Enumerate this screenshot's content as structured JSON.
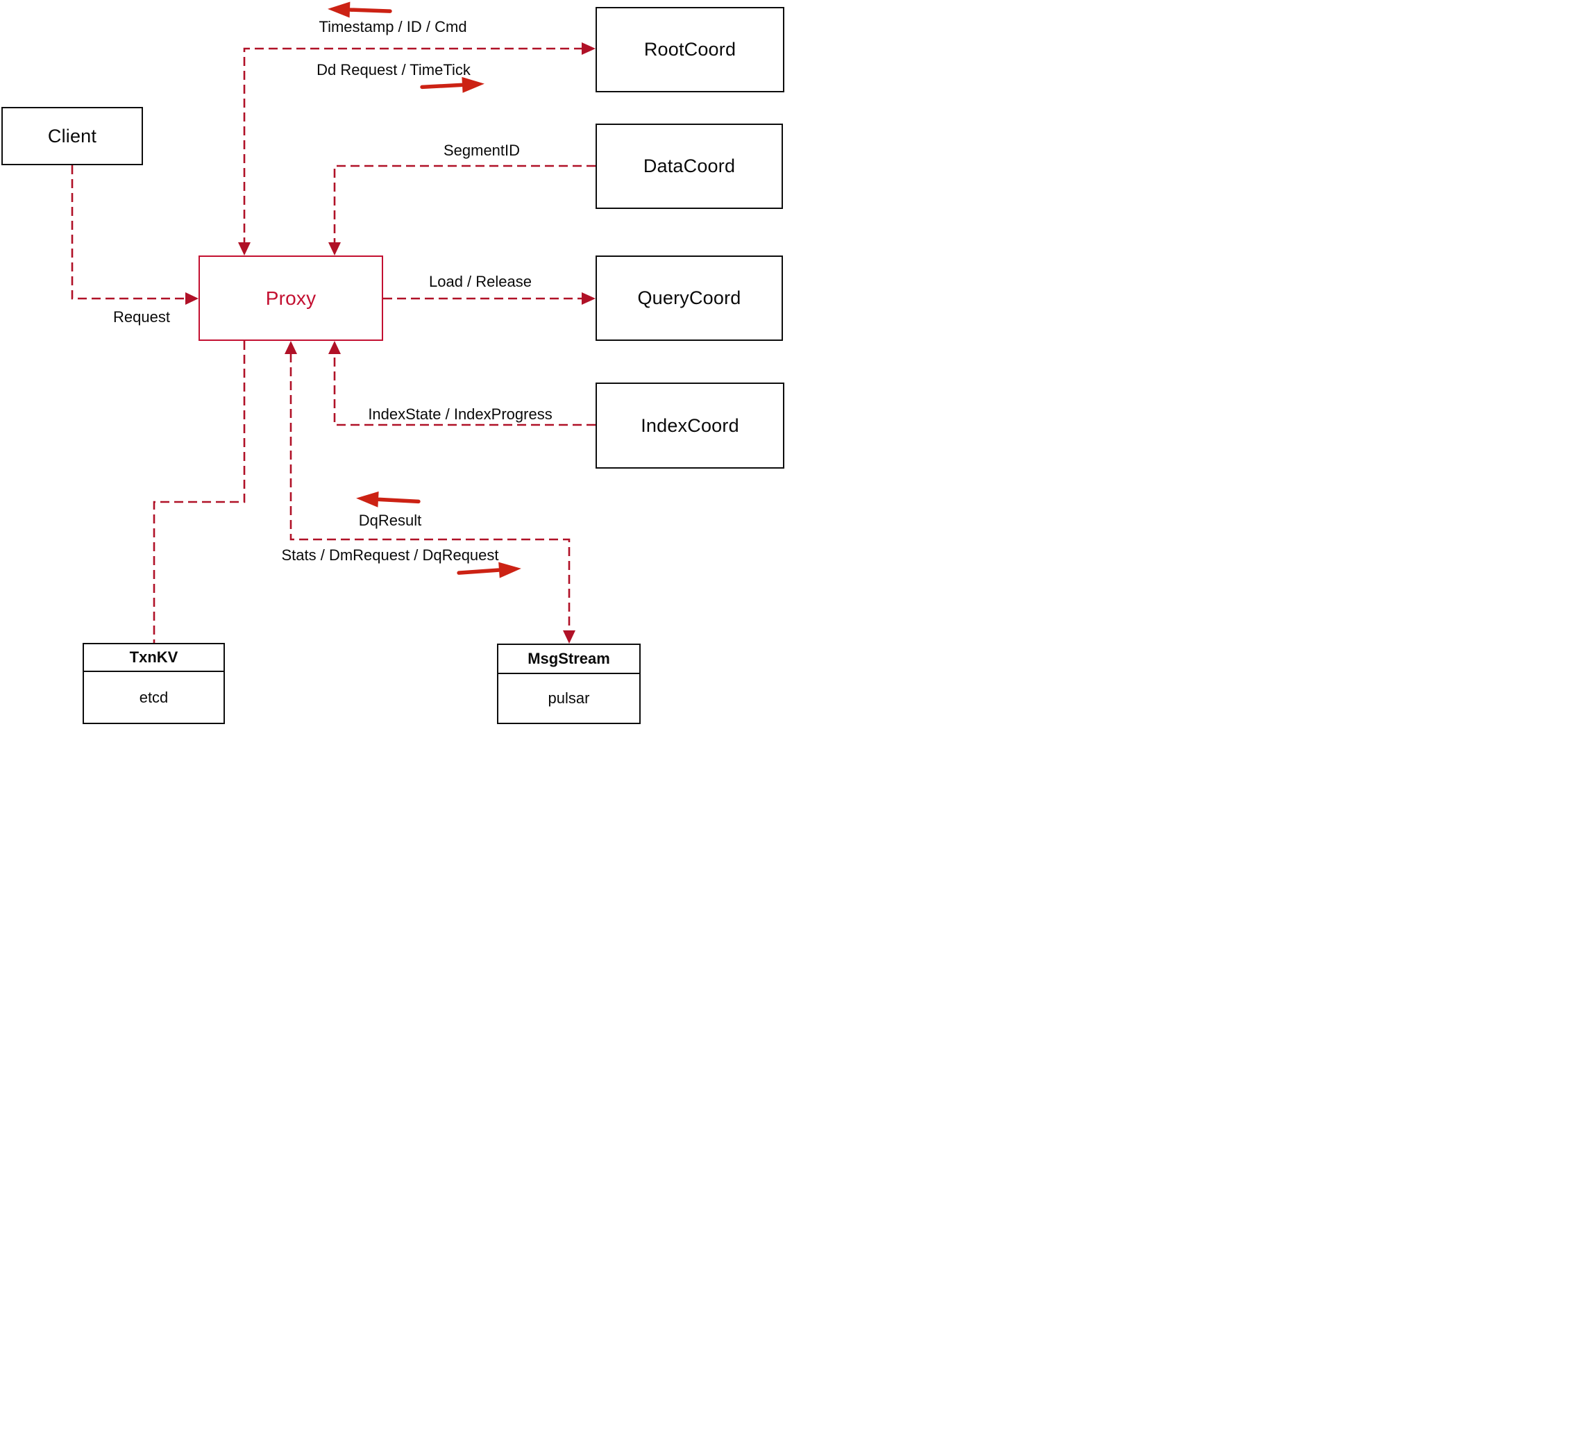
{
  "nodes": {
    "client": {
      "label": "Client"
    },
    "rootcoord": {
      "label": "RootCoord"
    },
    "datacoord": {
      "label": "DataCoord"
    },
    "querycoord": {
      "label": "QueryCoord"
    },
    "indexcoord": {
      "label": "IndexCoord"
    },
    "proxy": {
      "label": "Proxy"
    },
    "txnkv": {
      "header": "TxnKV",
      "body": "etcd"
    },
    "msgstream": {
      "header": "MsgStream",
      "body": "pulsar"
    }
  },
  "edge_labels": {
    "timestamp_id_cmd": "Timestamp / ID / Cmd",
    "dd_request_timetick": "Dd Request / TimeTick",
    "segment_id": "SegmentID",
    "request": "Request",
    "load_release": "Load / Release",
    "index_state_progress": "IndexState / IndexProgress",
    "dq_result": "DqResult",
    "stats_dm_dq_request": "Stats / DmRequest / DqRequest"
  },
  "edges": [
    {
      "from": "Proxy",
      "to": "RootCoord",
      "labels": [
        "Dd Request / TimeTick",
        "Timestamp / ID / Cmd"
      ],
      "bidirectional": true
    },
    {
      "from": "DataCoord",
      "to": "Proxy",
      "labels": [
        "SegmentID"
      ]
    },
    {
      "from": "Client",
      "to": "Proxy",
      "labels": [
        "Request"
      ]
    },
    {
      "from": "Proxy",
      "to": "QueryCoord",
      "labels": [
        "Load / Release"
      ]
    },
    {
      "from": "IndexCoord",
      "to": "Proxy",
      "labels": [
        "IndexState / IndexProgress"
      ]
    },
    {
      "from": "Proxy",
      "to": "TxnKV",
      "labels": []
    },
    {
      "from": "Proxy",
      "to": "MsgStream",
      "labels": [
        "Stats / DmRequest / DqRequest",
        "DqResult"
      ],
      "bidirectional": true
    }
  ],
  "colors": {
    "dashed_line": "#b01127",
    "arrowhead": "#b01127",
    "direction_arrow": "#cc2214",
    "box_border": "#0d0d0d",
    "proxy_accent": "#c31031",
    "text": "#0a0a0a",
    "background": "#ffffff"
  }
}
